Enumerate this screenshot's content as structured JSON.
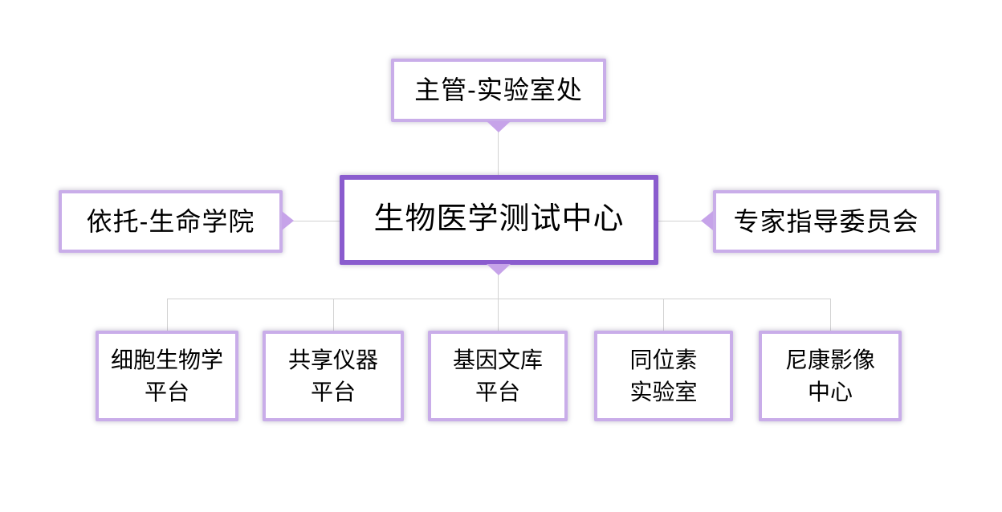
{
  "diagram": {
    "type": "org-chart",
    "nodes": {
      "supervisor": {
        "label": "主管-实验室处"
      },
      "center": {
        "label": "生物医学测试中心"
      },
      "affiliation": {
        "label": "依托-生命学院"
      },
      "committee": {
        "label": "专家指导委员会"
      },
      "children": [
        {
          "label": "细胞生物学平台",
          "lines": [
            "细胞生物学",
            "平台"
          ]
        },
        {
          "label": "共享仪器平台",
          "lines": [
            "共享仪器",
            "平台"
          ]
        },
        {
          "label": "基因文库平台",
          "lines": [
            "基因文库",
            "平台"
          ]
        },
        {
          "label": "同位素实验室",
          "lines": [
            "同位素",
            "实验室"
          ]
        },
        {
          "label": "尼康影像中心",
          "lines": [
            "尼康影像",
            "中心"
          ]
        }
      ]
    },
    "edges": [
      {
        "from": "supervisor",
        "to": "center",
        "style": "line-with-down-arrow"
      },
      {
        "from": "affiliation",
        "to": "center",
        "style": "line-with-right-arrow"
      },
      {
        "from": "committee",
        "to": "center",
        "style": "line-with-left-arrow"
      },
      {
        "from": "center",
        "to": "children",
        "style": "bus-with-down-arrow"
      }
    ],
    "colors": {
      "box_border_light": "#c9ade9",
      "box_border_strong": "#8a5cce",
      "arrow": "#c6a3e9",
      "connector": "#d2d2d2",
      "text": "#000000",
      "background": "#ffffff"
    }
  }
}
